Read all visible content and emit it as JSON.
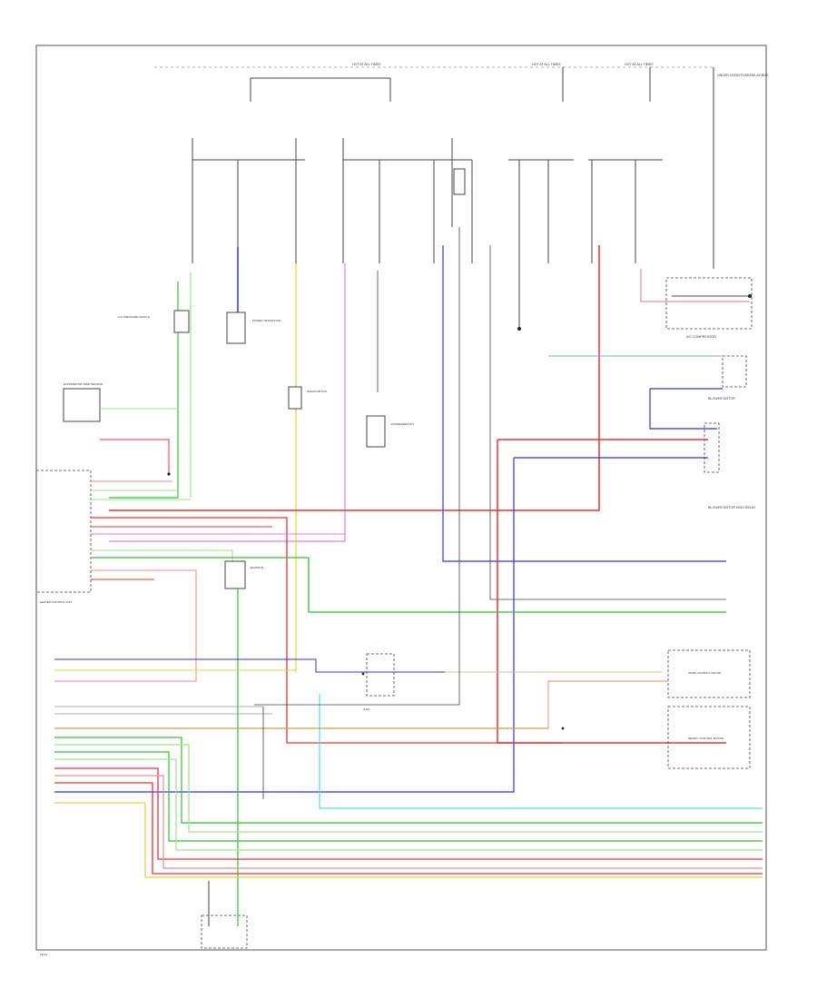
{
  "colors": {
    "red": "#f23030",
    "pink": "#f58a8a",
    "green": "#2fc42f",
    "light_green": "#9be68a",
    "blue": "#3030e6",
    "light_blue": "#8ea0f0",
    "cyan": "#44e6e6",
    "yellow": "#e6d330",
    "magenta": "#e67ae6",
    "orange": "#d89a40",
    "black": "#444444",
    "gray": "#999999"
  },
  "labels": {
    "top_bus": "HOT AT ALL TIMES",
    "top_bus_2": "HOT AT ALL TIMES",
    "top_bus_3": "HOT AT ALL TIMES",
    "top_right_box": "UNDER-HOOD FUSE/RELAY BOX",
    "ac_compressor": "A/C COMPRESSOR",
    "blower_motor": "BLOWER MOTOR",
    "blower_motor_high": "BLOWER MOTOR HIGH RELAY",
    "power_transistor": "POWER TRANSISTOR",
    "radiator_fan": "RADIATOR FAN",
    "condenser_fan": "CONDENSER FAN",
    "ac_pressure": "A/C PRESSURE SWITCH",
    "evap_temp": "EVAPORATOR TEMP SENSOR",
    "hvac_unit": "HEATER CONTROL UNIT",
    "mode_motor": "MODE CONTROL MOTOR",
    "recirc_motor": "RECIRC CONTROL MOTOR",
    "ecm_pcm": "ECM/PCM",
    "g_label": "G401",
    "page_ref": "TECH"
  }
}
